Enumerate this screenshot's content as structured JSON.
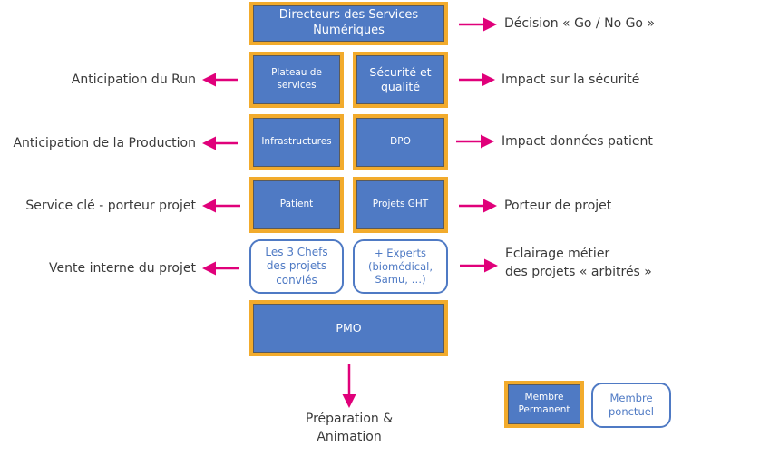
{
  "colors": {
    "accent_blue": "#4f7ac4",
    "border_orange": "#f2ab2c",
    "arrow_pink": "#e0007a",
    "text": "#3a3a3a"
  },
  "boxes": {
    "dsn": "Directeurs des Services Numériques",
    "plateau": "Plateau de services",
    "securite": "Sécurité et qualité",
    "infrastructures": "Infrastructures",
    "dpo": "DPO",
    "patient": "Patient",
    "projets_ght": "Projets GHT",
    "chefs": "Les 3 Chefs des projets conviés",
    "experts": "+ Experts (biomédical, Samu, …)",
    "pmo": "PMO"
  },
  "left_labels": {
    "run": "Anticipation du Run",
    "production": "Anticipation de la Production",
    "service": "Service clé - porteur projet",
    "vente": "Vente interne du projet"
  },
  "right_labels": {
    "decision": "Décision « Go / No Go »",
    "securite": "Impact sur la sécurité",
    "donnees": "Impact données patient",
    "porteur": "Porteur de projet",
    "eclairage_1": "Eclairage métier",
    "eclairage_2": "des projets « arbitrés »"
  },
  "bottom": {
    "preparation_1": "Préparation &",
    "preparation_2": "Animation"
  },
  "legend": {
    "permanent": "Membre Permanent",
    "ponctuel": "Membre ponctuel"
  }
}
